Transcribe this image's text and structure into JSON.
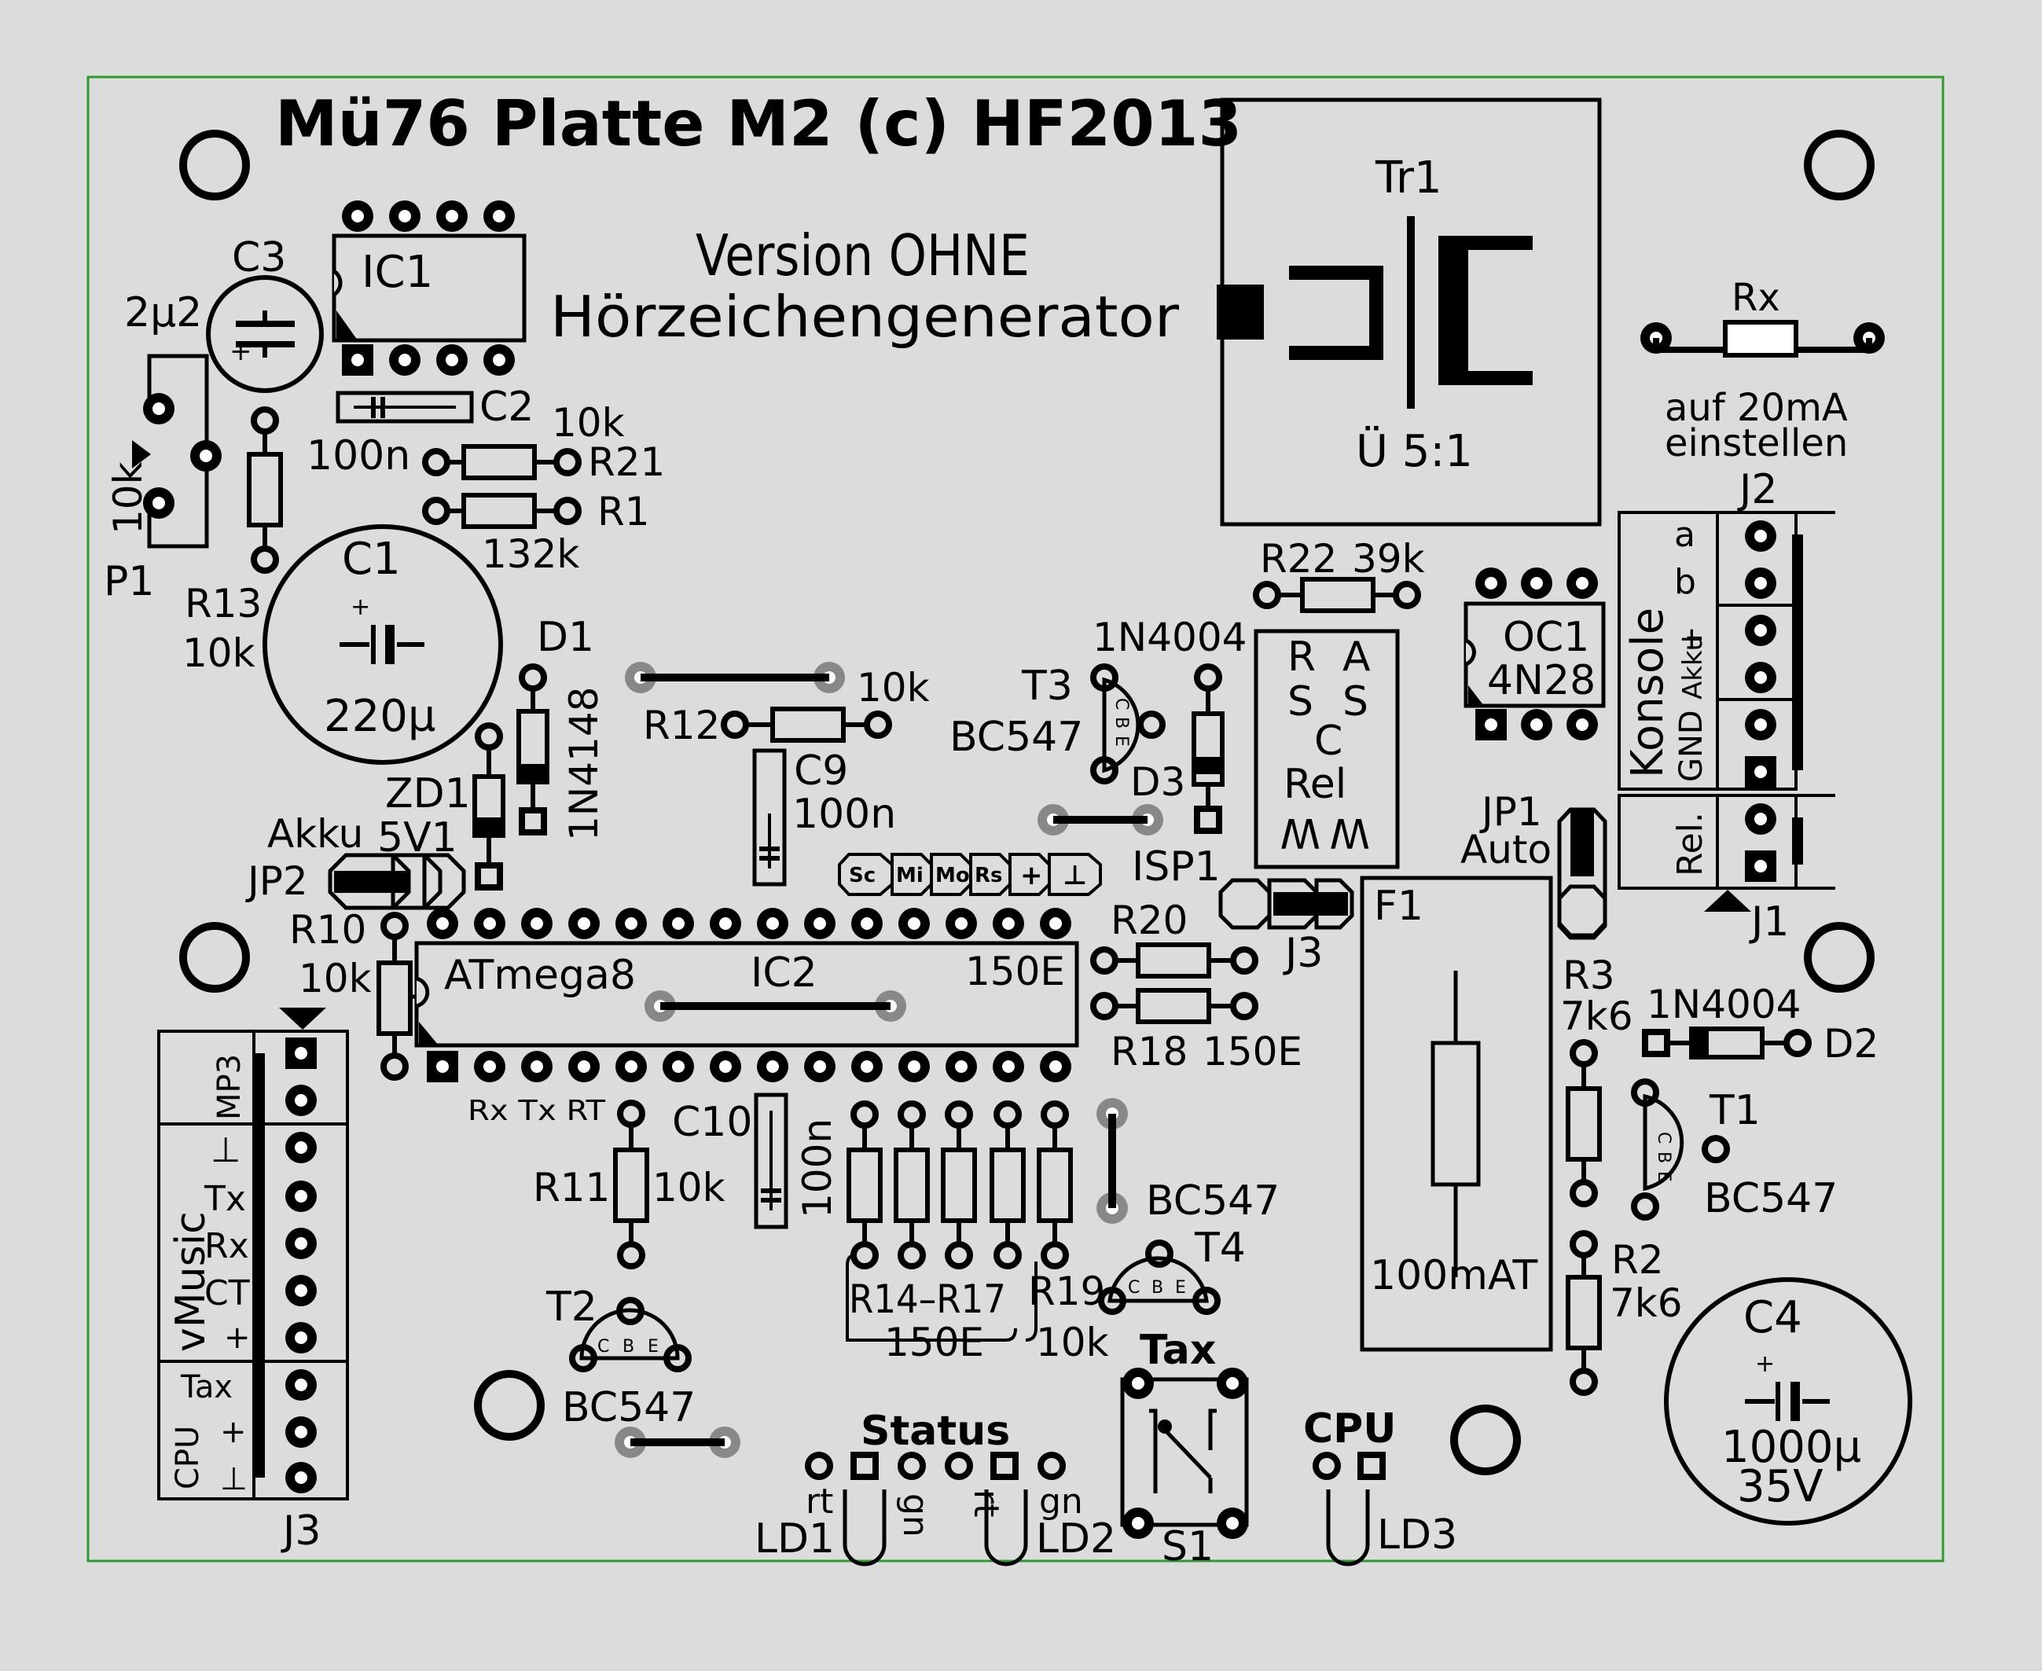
{
  "title": "Mü76 Platte M2 (c) HF2013",
  "version_line1": "Version OHNE",
  "version_line2": "Hörzeichengenerator",
  "tr1": {
    "name": "Tr1",
    "ratio": "Ü 5:1"
  },
  "rx": {
    "name": "Rx",
    "note1": "auf 20mA",
    "note2": "einstellen"
  },
  "c3": {
    "name": "C3",
    "value": "2µ2"
  },
  "ic1": {
    "name": "IC1"
  },
  "c2": {
    "name": "C2",
    "value": "100n"
  },
  "r21": {
    "name": "R21",
    "value": "10k"
  },
  "r1": {
    "name": "R1",
    "value": "132k"
  },
  "p1": {
    "name": "P1",
    "value": "10k"
  },
  "r13": {
    "name": "R13",
    "value": "10k"
  },
  "c1": {
    "name": "C1",
    "value": "220µ"
  },
  "d1": {
    "name": "D1",
    "value": "1N4148"
  },
  "zd1": {
    "name": "ZD1",
    "value": "5V1"
  },
  "jp2": {
    "name": "JP2",
    "label": "Akku"
  },
  "r12": {
    "name": "R12",
    "value": "10k"
  },
  "c9": {
    "name": "C9",
    "value": "100n"
  },
  "t3": {
    "name": "T3",
    "type": "BC547"
  },
  "d3": {
    "name": "D3",
    "value": "1N4004"
  },
  "r22": {
    "name": "R22",
    "value": "39k"
  },
  "rel": {
    "l1": "R",
    "l2": "A",
    "l3": "S",
    "l4": "S",
    "l5": "C",
    "l6": "Rel",
    "l7": "W",
    "l8": "W"
  },
  "oc1": {
    "name": "OC1",
    "type": "4N28"
  },
  "j2": {
    "name": "J2",
    "a": "a",
    "b": "b",
    "plus": "+",
    "akku": "Akku",
    "gnd": "GND",
    "konsole": "Konsole"
  },
  "jp1": {
    "name": "JP1",
    "label": "Auto"
  },
  "j1": {
    "name": "J1",
    "rel": "Rel."
  },
  "isp": {
    "name": "ISP1",
    "pins": [
      "Sc",
      "Mi",
      "Mo",
      "Rs",
      "+",
      "⊥"
    ]
  },
  "j3_jumper": {
    "name": "J3"
  },
  "f1": {
    "name": "F1",
    "value": "100mAT"
  },
  "r10": {
    "name": "R10",
    "value": "10k"
  },
  "ic2": {
    "name": "IC2",
    "type": "ATmega8",
    "pins": "Rx Tx RT"
  },
  "r20": {
    "name": "R20",
    "value": "150E"
  },
  "r18": {
    "name": "R18",
    "value": "150E"
  },
  "r3": {
    "name": "R3",
    "value": "7k6"
  },
  "d2": {
    "name": "D2",
    "value": "1N4004"
  },
  "t1": {
    "name": "T1",
    "type": "BC547"
  },
  "c10": {
    "name": "C10",
    "value": "100n"
  },
  "r11": {
    "name": "R11",
    "value": "10k"
  },
  "t4": {
    "name": "T4",
    "type": "BC547"
  },
  "r_array": {
    "name": "R14–R17",
    "value": "150E"
  },
  "r19": {
    "name": "R19",
    "value": "10k"
  },
  "r2": {
    "name": "R2",
    "value": "7k6"
  },
  "c4": {
    "name": "C4",
    "value": "1000µ",
    "voltage": "35V"
  },
  "j3": {
    "name": "J3",
    "mp3": "MP3",
    "vmusic": "vMusic",
    "gnd": "⊥",
    "tx": "Tx",
    "rx": "Rx",
    "ct": "CT",
    "plus": "+",
    "cpu": "CPU",
    "tax": "Tax"
  },
  "t2": {
    "name": "T2",
    "type": "BC547"
  },
  "status": {
    "label": "Status",
    "ld1": "LD1",
    "ld2": "LD2",
    "rt": "rt",
    "gn": "gn"
  },
  "tax": {
    "label": "Tax",
    "switch": "S1"
  },
  "cpu": {
    "label": "CPU",
    "led": "LD3"
  },
  "transistor_pins": {
    "c": "C",
    "b": "B",
    "e": "E"
  },
  "colors": {
    "background": "#dcdcdc",
    "outline": "#2e9a2e",
    "silk": "#000000",
    "wire": "#888888"
  }
}
